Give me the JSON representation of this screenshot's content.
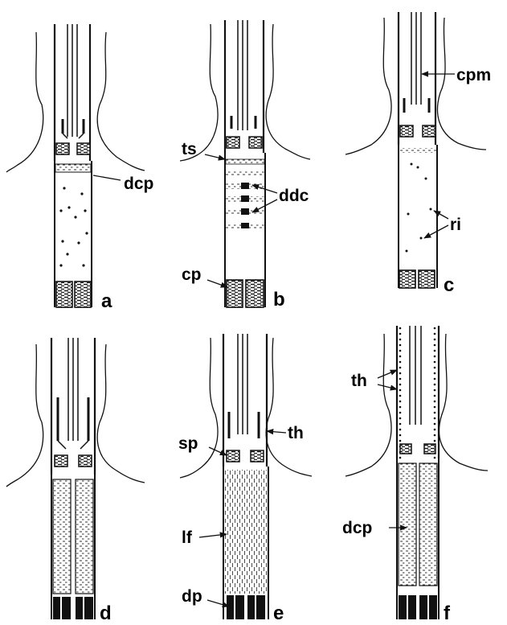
{
  "figure": {
    "panels": [
      {
        "id": "a",
        "label": "a",
        "annotations": [
          "dcp"
        ]
      },
      {
        "id": "b",
        "label": "b",
        "annotations": [
          "ts",
          "ddc",
          "cp"
        ]
      },
      {
        "id": "c",
        "label": "c",
        "annotations": [
          "cpm",
          "ri"
        ]
      },
      {
        "id": "d",
        "label": "d",
        "annotations": []
      },
      {
        "id": "e",
        "label": "e",
        "annotations": [
          "sp",
          "th",
          "lf",
          "dp"
        ]
      },
      {
        "id": "f",
        "label": "f",
        "annotations": [
          "th",
          "dcp"
        ]
      }
    ]
  },
  "colors": {
    "ink": "#111111",
    "paper": "#ffffff"
  }
}
